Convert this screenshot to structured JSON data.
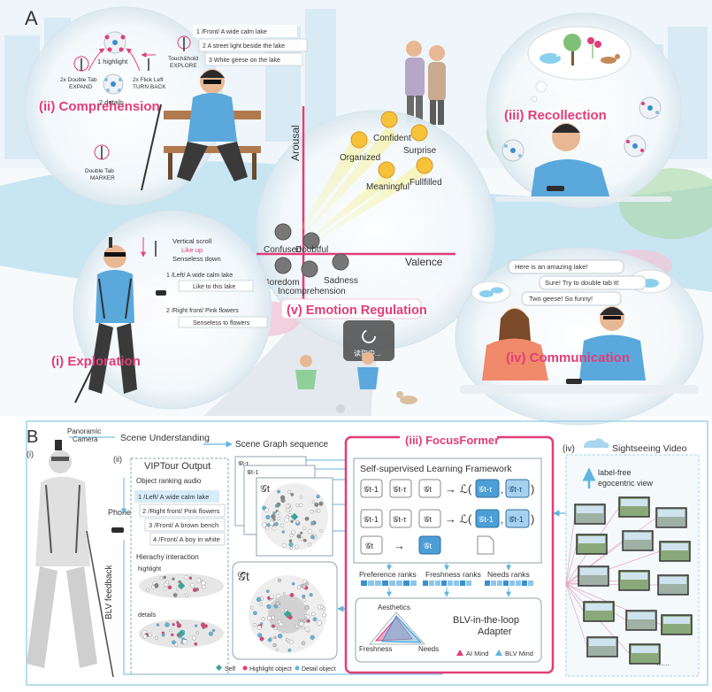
{
  "colors": {
    "accent_pink": "#e23d78",
    "accent_blue": "#3a8fd0",
    "shirt_blue": "#5aa8dc",
    "panel_border": "#9fd3ea"
  },
  "panel_a": {
    "label": "A",
    "comprehension": {
      "title": "(ii) Comprehension",
      "gesture_highlight": "1 highlight",
      "gesture_expand_1": "2x Double Tab",
      "gesture_expand_2": "EXPAND",
      "gesture_turnback_1": "2x Flick Left",
      "gesture_turnback_2": "TURN BACK",
      "gesture_details": "2 details",
      "gesture_marker_1": "Double Tab",
      "gesture_marker_2": "MARKER",
      "touch_1": "Touch&hold",
      "touch_2": "EXPLORE",
      "list_1": "1 /Front/   A wide calm lake",
      "list_2": "2  A street light beside the lake",
      "list_3": "3  White geese on the lake"
    },
    "recollection": {
      "title": "(iii) Recollection"
    },
    "exploration": {
      "title": "(i) Exploration",
      "scroll_1": "Vertical scroll",
      "scroll_2": "Like up",
      "scroll_3": "Senseless down",
      "item_1": "1  /Left/   A wide calm lake",
      "item_1b": "Like to this lake",
      "item_2": "2  /Right front/  Pink flowers",
      "item_2b": "Senseless to flowers"
    },
    "emotion": {
      "title": "(v) Emotion Regulation",
      "axis_y": "Arousal",
      "axis_x": "Valence",
      "pos_1": "Confident",
      "pos_2": "Organized",
      "pos_3": "Surprise",
      "pos_4": "Meaningful",
      "pos_5": "Fullfilled",
      "neg_1": "Confused",
      "neg_2": "Doubtful",
      "neg_3": "Boredom",
      "neg_4": "Incomprehension",
      "neg_5": "Sadness"
    },
    "communication": {
      "title": "(iv) Communication",
      "bubble_1": "Here is an amazing lake!",
      "bubble_2": "Sure! Try to double tab it!",
      "bubble_3": "Two geese! So funny!"
    },
    "loading_text": "读取中..."
  },
  "panel_b": {
    "label": "B",
    "sub_i": "(i)",
    "camera_1": "Panoramic",
    "camera_2": "Camera",
    "scene_understanding": "Scene Understanding",
    "scene_graph_seq": "Scene Graph sequence",
    "phone": "Phone",
    "blv_feedback": "BLV feedback",
    "sub_ii": "(ii)",
    "viptour_title": "VIPTour Output",
    "ranking_audio": "Object ranking audio",
    "rank_items": [
      "1  /Left/   A wide calm lake",
      "2  /Right front/   Pink flowers",
      "3  /Front/  A brown bench",
      "4  /Front/  A boy in white"
    ],
    "hierarchy": "Hierachy interaction",
    "highlight": "highlight",
    "details": "details",
    "legend_self": "Self",
    "legend_highlight": "Highlight object",
    "legend_detail": "Detail object",
    "graph_labels": [
      "𝒢t-τ",
      "𝒢t-1",
      "𝒢t",
      "𝒢̂t"
    ],
    "focusformer_title": "(iii) FocusFormer",
    "ssl_title": "Self-supervised Learning Framework",
    "row_1": [
      "𝒢t-1",
      "𝒢t-τ",
      "𝒢t",
      "→ ℒ(",
      "𝒢t-τ",
      ",",
      "𝒢̂t-τ",
      ")"
    ],
    "row_2": [
      "𝒢t-1",
      "𝒢t-τ",
      "𝒢t",
      "→ ℒ(",
      "𝒢t-1",
      ",",
      "𝒢̂t-1",
      ")"
    ],
    "row_3": [
      "𝒢t",
      "→",
      "𝒢t"
    ],
    "ranks": [
      "Preference ranks",
      "Freshness ranks",
      "Needs ranks"
    ],
    "adapter_title_1": "BLV-in-the-loop",
    "adapter_title_2": "Adapter",
    "tri_top": "Aesthetics",
    "tri_left": "Freshness",
    "tri_right": "Needs",
    "ai_mind": "AI Mind",
    "blv_mind": "BLV Mind",
    "sub_iv": "(iv)",
    "sightseeing": "Sightseeing Video",
    "label_free_1": "label-free",
    "label_free_2": "egocentric view",
    "ellipsis": "......"
  }
}
